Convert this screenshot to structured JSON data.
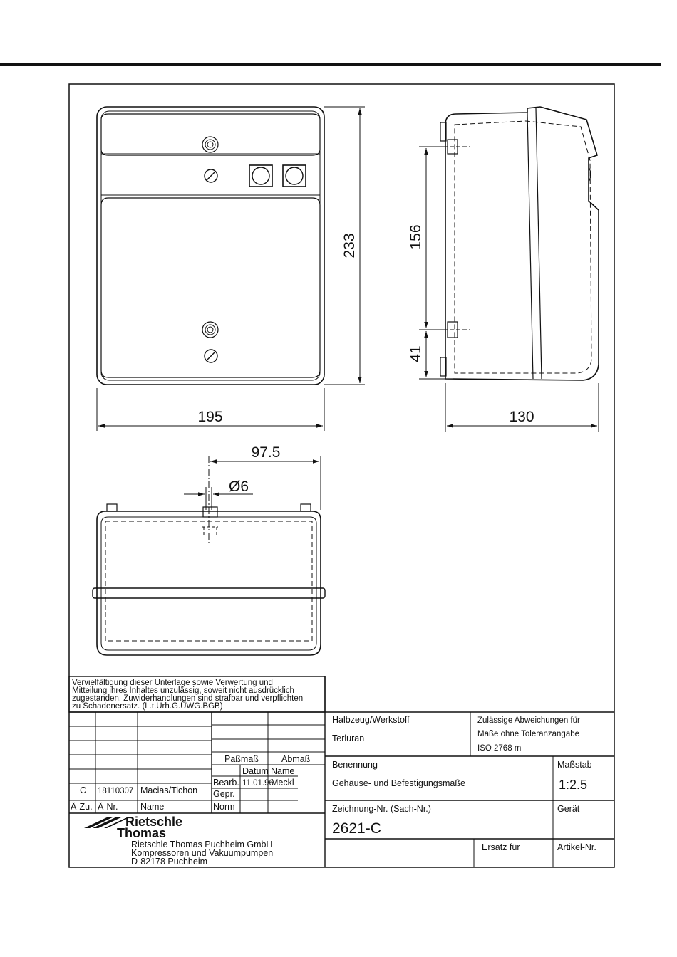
{
  "dimensions": {
    "front_height": "233",
    "front_width": "195",
    "side_hole_spacing": "156",
    "side_bottom_offset": "41",
    "side_depth": "130",
    "bottom_half_width": "97.5",
    "bottom_hole_diameter": "Ø6"
  },
  "notice": [
    "Vervielfältigung dieser Unterlage sowie Verwertung und",
    "Mitteilung ihres Inhaltes unzulässig, soweit nicht ausdrücklich",
    "zugestanden. Zuwiderhandlungen sind strafbar und verpflichten",
    "zu Schadenersatz. (L.t.Urh.G.UWG.BGB)"
  ],
  "revision": {
    "code": "C",
    "number": "18110307",
    "name": "Macias/Tichon",
    "col1_label": "Ä-Zu.",
    "col2_label": "Ä-Nr.",
    "col3_label": "Name"
  },
  "tolerance": {
    "fit": "Paßmaß",
    "deviation": "Abmaß"
  },
  "approval": {
    "date_label": "Datum",
    "name_label": "Name",
    "drawn_label": "Bearb.",
    "drawn_date": "11.01.96",
    "drawn_name": "Meckl",
    "checked_label": "Gepr.",
    "norm_label": "Norm"
  },
  "company": {
    "logo_line1": "Rietschle",
    "logo_line2": "Thomas",
    "address": [
      "Rietschle Thomas Puchheim GmbH",
      "Kompressoren und Vakuumpumpen",
      "D-82178 Puchheim"
    ]
  },
  "material": {
    "label": "Halbzeug/Werkstoff",
    "value": "Terluran"
  },
  "allowed_deviation": {
    "line1": "Zulässige Abweichungen für",
    "line2": "Maße ohne Toleranzangabe",
    "line3": "ISO 2768 m"
  },
  "designation": {
    "label": "Benennung",
    "value": "Gehäuse- und Befestigungsmaße"
  },
  "scale": {
    "label": "Maßstab",
    "value": "1:2.5"
  },
  "drawing_number": {
    "label": "Zeichnung-Nr. (Sach-Nr.)",
    "value": "2621-C"
  },
  "device": {
    "label": "Gerät"
  },
  "replacement": {
    "label": "Ersatz für"
  },
  "article": {
    "label": "Artikel-Nr."
  }
}
